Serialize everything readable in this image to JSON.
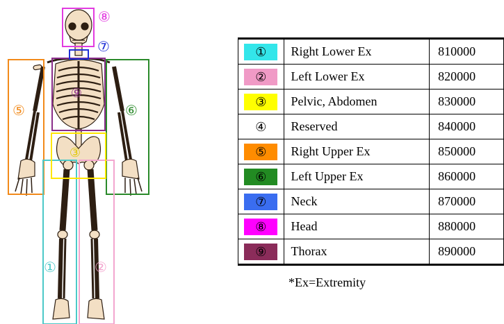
{
  "diagram": {
    "regions": [
      {
        "num": "①",
        "region": "Right Lower Ex",
        "code": "810000",
        "color": "#33e6ea"
      },
      {
        "num": "②",
        "region": "Left Lower Ex",
        "code": "820000",
        "color": "#f09ac6"
      },
      {
        "num": "③",
        "region": "Pelvic, Abdomen",
        "code": "830000",
        "color": "#ffff00"
      },
      {
        "num": "④",
        "region": "Reserved",
        "code": "840000",
        "color": "#ffffff"
      },
      {
        "num": "⑤",
        "region": "Right Upper Ex",
        "code": "850000",
        "color": "#ff8c00"
      },
      {
        "num": "⑥",
        "region": "Left Upper Ex",
        "code": "860000",
        "color": "#228b22"
      },
      {
        "num": "⑦",
        "region": "Neck",
        "code": "870000",
        "color": "#3a6df0"
      },
      {
        "num": "⑧",
        "region": "Head",
        "code": "880000",
        "color": "#ff00ff"
      },
      {
        "num": "⑨",
        "region": "Thorax",
        "code": "890000",
        "color": "#8b2c5a"
      }
    ],
    "box_colors": {
      "right_lower": "#4cc9c8",
      "left_lower": "#f3a6cf",
      "pelvic": "#ffe600",
      "right_upper": "#f28a1a",
      "left_upper": "#2a8a2a",
      "neck": "#1f2fd6",
      "head": "#e23be0",
      "thorax": "#8a2d8a",
      "bone_fill": "#f3dfc4",
      "bone_stroke": "#2d1e12"
    },
    "footnote": "*Ex=Extremity"
  }
}
